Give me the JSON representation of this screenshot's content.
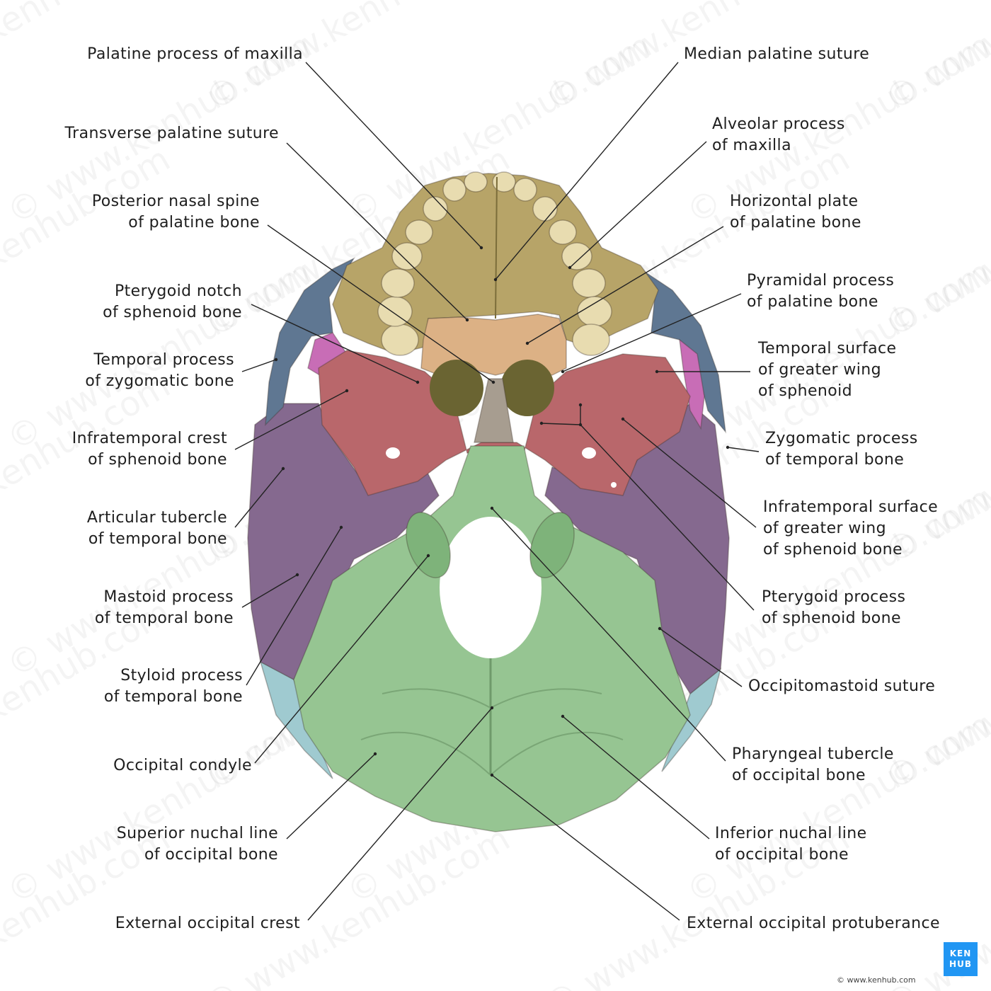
{
  "colors": {
    "maxilla": "#b7a468",
    "palatine": "#dcb185",
    "sphenoid": "#b9676b",
    "temporal": "#85698f",
    "occipital": "#96c592",
    "zygomatic": "#5f7792",
    "parietal": "#9fcad0",
    "sphenoid_temporal_surface": "#c86db6",
    "vomer": "#a79d90",
    "teeth": "#e8dcb0",
    "leader_line": "#222222",
    "brand": "#2196f3"
  },
  "labels": {
    "palatine_process_maxilla": "Palatine process of maxilla",
    "transverse_palatine_suture": "Transverse palatine suture",
    "posterior_nasal_spine": "Posterior nasal spine\nof palatine bone",
    "pterygoid_notch": "Pterygoid notch\nof sphenoid bone",
    "temporal_process_zygomatic": "Temporal process\nof zygomatic bone",
    "infratemporal_crest": "Infratemporal crest\nof sphenoid bone",
    "articular_tubercle": "Articular tubercle\nof temporal bone",
    "mastoid_process": "Mastoid process\nof temporal bone",
    "styloid_process": "Styloid process\nof temporal bone",
    "occipital_condyle": "Occipital condyle",
    "superior_nuchal_line": "Superior nuchal line\nof occipital bone",
    "external_occipital_crest": "External occipital crest",
    "median_palatine_suture": "Median palatine suture",
    "alveolar_process": "Alveolar process\nof maxilla",
    "horizontal_plate": "Horizontal plate\nof palatine bone",
    "pyramidal_process": "Pyramidal process\nof palatine bone",
    "temporal_surface_greater_wing": "Temporal surface\nof greater wing\nof sphenoid",
    "zygomatic_process_temporal": "Zygomatic process\nof temporal bone",
    "infratemporal_surface_greater_wing": "Infratemporal surface\nof greater wing\nof sphenoid bone",
    "pterygoid_process": "Pterygoid process\nof sphenoid bone",
    "occipitomastoid_suture": "Occipitomastoid suture",
    "pharyngeal_tubercle": "Pharyngeal tubercle\nof occipital bone",
    "inferior_nuchal_line": "Inferior nuchal line\nof occipital bone",
    "external_occipital_protuberance": "External occipital protuberance"
  },
  "branding": {
    "logo_line1": "KEN",
    "logo_line2": "HUB",
    "copyright": "© www.kenhub.com",
    "watermark": "© www.kenhub.com"
  }
}
